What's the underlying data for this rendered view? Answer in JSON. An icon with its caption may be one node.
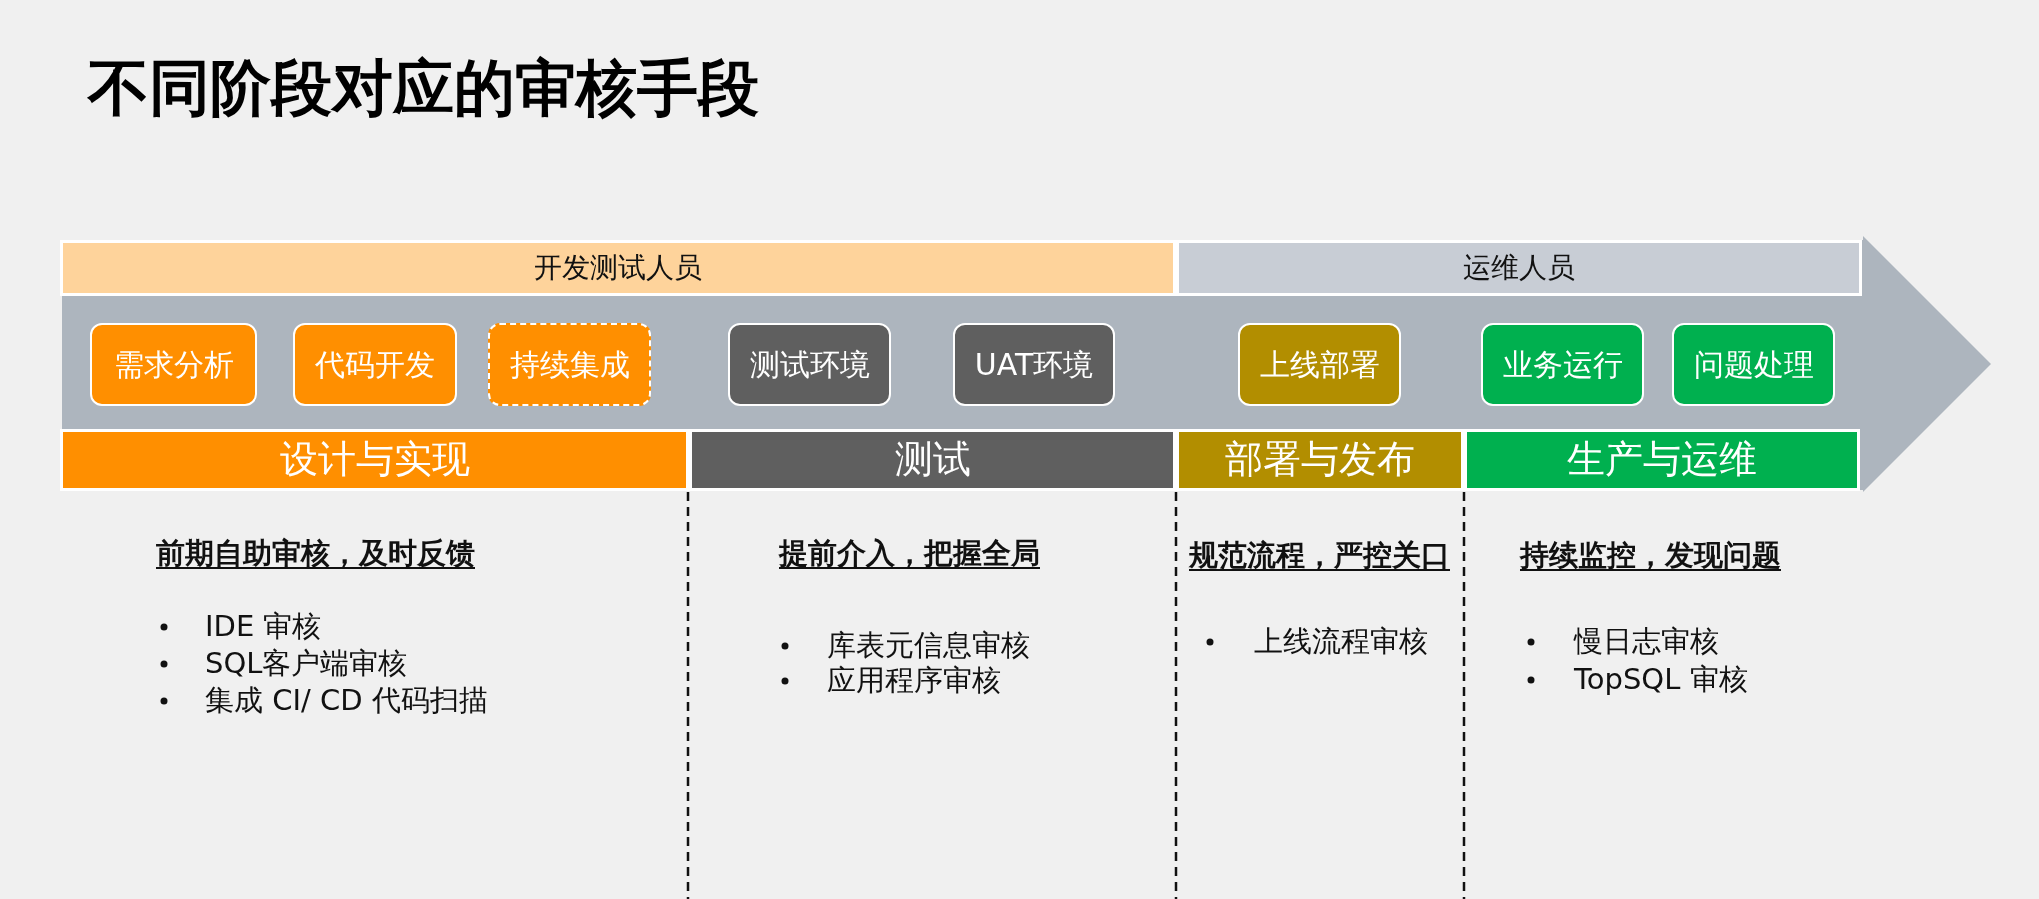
{
  "diagram": {
    "title": "不同阶段对应的审核手段",
    "nodes": [
      {
        "text": [
          "开发测试人员"
        ]
      },
      {
        "text": [
          "运维人员"
        ]
      },
      {
        "text": [
          "需求分析"
        ]
      },
      {
        "text": [
          "代码开发"
        ]
      },
      {
        "text": [
          "持续集成"
        ]
      },
      {
        "text": [
          "测试环境"
        ]
      },
      {
        "text": [
          "UAT环境"
        ]
      },
      {
        "text": [
          "上线部署"
        ]
      },
      {
        "text": [
          "业务运行"
        ]
      },
      {
        "text": [
          "问题处理"
        ]
      },
      {
        "text": [
          "设计与实现"
        ],
        "beside": [
          "前期自助审核，及时反馈",
          "IDE 审核",
          "SQL客户端审核",
          "集成 CI/ CD 代码扫描"
        ]
      },
      {
        "text": [
          "测试"
        ],
        "beside": [
          "提前介入，把握全局",
          "库表元信息审核",
          "应用程序审核"
        ]
      },
      {
        "text": [
          "部署与发布"
        ],
        "beside": [
          "规范流程，严控关口",
          "上线流程审核"
        ]
      },
      {
        "text": [
          "生产与运维"
        ],
        "beside": [
          "持续监控，发现问题",
          "慢日志审核",
          "TopSQL 审核"
        ]
      }
    ]
  }
}
